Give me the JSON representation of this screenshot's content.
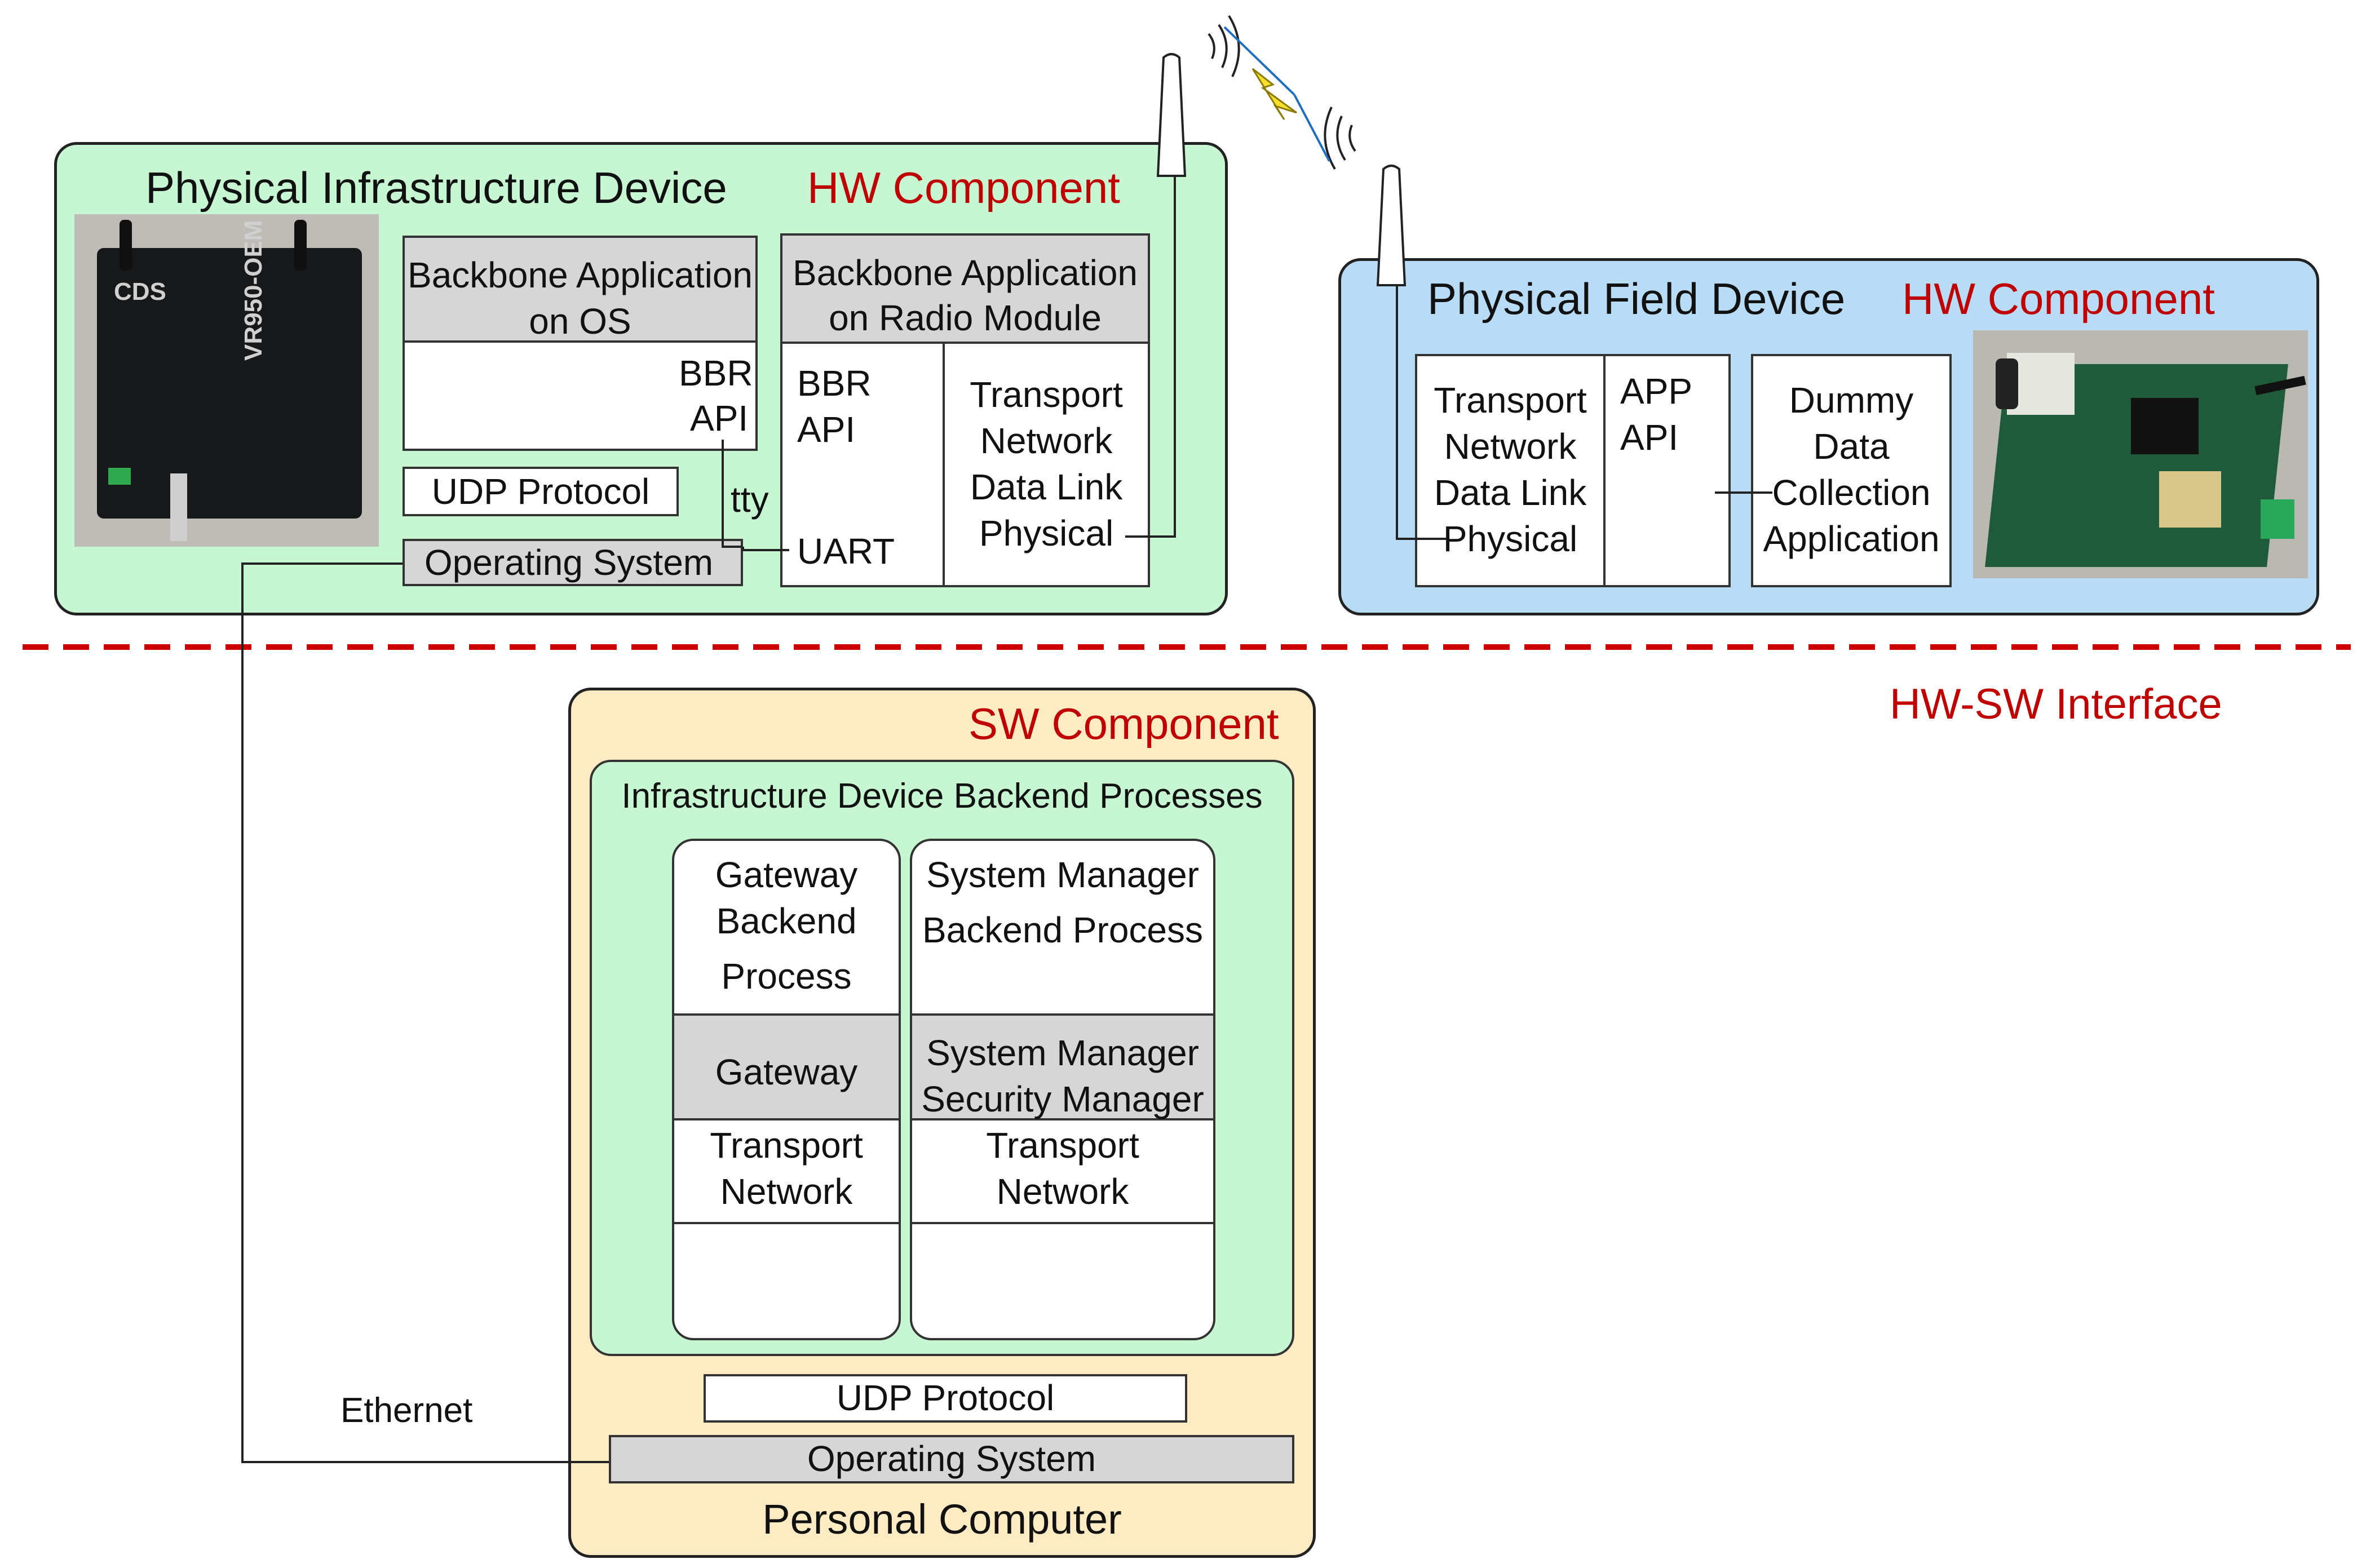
{
  "infra": {
    "title": "Physical Infrastructure Device",
    "tag": "HW Component",
    "device_photo": {
      "brand": "CDS",
      "model": "VR950-OEM"
    },
    "bb_os": {
      "header_l1": "Backbone Application",
      "header_l2": "on OS",
      "bbr": "BBR",
      "api": "API"
    },
    "udp": "UDP Protocol",
    "tty": "tty",
    "os": "Operating System",
    "bb_radio": {
      "header_l1": "Backbone Application",
      "header_l2": "on Radio Module",
      "bbr": "BBR",
      "api": "API",
      "uart": "UART",
      "stack": [
        "Transport",
        "Network",
        "Data Link",
        "Physical"
      ]
    }
  },
  "field": {
    "title": "Physical Field Device",
    "tag": "HW Component",
    "stack": [
      "Transport",
      "Network",
      "Data Link",
      "Physical"
    ],
    "app": "APP",
    "api": "API",
    "dummy": [
      "Dummy",
      "Data",
      "Collection",
      "Application"
    ]
  },
  "interface_label": "HW-SW Interface",
  "sw": {
    "tag": "SW Component",
    "backend_title": "Infrastructure Device Backend Processes",
    "gateway_col": {
      "proc": [
        "Gateway",
        "Backend",
        "Process"
      ],
      "mid": "Gateway",
      "stack": [
        "Transport",
        "Network"
      ]
    },
    "sm_col": {
      "proc": [
        "System Manager",
        "Backend Process"
      ],
      "mid": [
        "System Manager",
        "Security Manager"
      ],
      "stack": [
        "Transport",
        "Network"
      ]
    },
    "udp": "UDP Protocol",
    "os": "Operating System",
    "footer": "Personal Computer"
  },
  "ethernet_label": "Ethernet",
  "colors": {
    "green_panel": "#c6f6d2",
    "blue_panel": "#b8dcf5",
    "tan_panel": "#fdebc3",
    "red_accent": "#c00000",
    "dash_line": "#cc0000"
  }
}
